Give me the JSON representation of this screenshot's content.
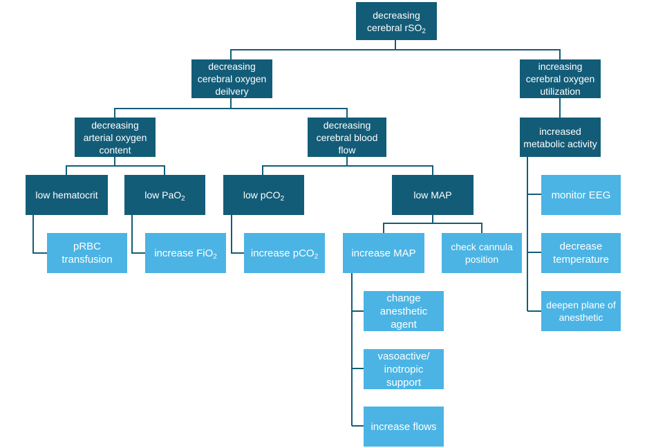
{
  "colors": {
    "dark_node": "#135c78",
    "light_node": "#4bb4e4",
    "connector": "#135c78",
    "text": "#ffffff"
  },
  "nodes": {
    "root": {
      "text": "decreasing cerebral rSO",
      "sub": "2"
    },
    "delivery": {
      "text": "decreasing cerebral oxygen deilvery"
    },
    "utilization": {
      "text": "increasing cerebral oxygen utilization"
    },
    "arterial": {
      "text": "decreasing arterial oxygen content"
    },
    "blood_flow": {
      "text": "decreasing cerebral blood flow"
    },
    "metabolic": {
      "text": "increased metabolic activity"
    },
    "low_hematocrit": {
      "text": "low hematocrit"
    },
    "low_pao2": {
      "text": "low PaO",
      "sub": "2"
    },
    "low_pco2": {
      "text": "low pCO",
      "sub": "2"
    },
    "low_map": {
      "text": "low MAP"
    },
    "prbc": {
      "text": "pRBC transfusion"
    },
    "increase_fio2": {
      "text": "increase FiO",
      "sub": "2"
    },
    "increase_pco2": {
      "text": "increase pCO",
      "sub": "2"
    },
    "increase_map": {
      "text": "increase MAP"
    },
    "check_cannula": {
      "text": "check cannula position"
    },
    "monitor_eeg": {
      "text": "monitor EEG"
    },
    "decrease_temp": {
      "text": "decrease temperature"
    },
    "deepen_plane": {
      "text": "deepen plane of anesthetic"
    },
    "change_agent": {
      "text": "change anesthetic agent"
    },
    "vasoactive": {
      "text": "vasoactive/ inotropic support"
    },
    "increase_flows": {
      "text": "increase flows"
    }
  }
}
